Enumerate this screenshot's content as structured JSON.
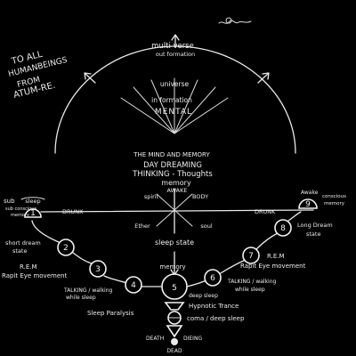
{
  "corner_note": [
    "TO ALL",
    "HUMANBEINGS",
    "FROM",
    "ATUM-RE."
  ],
  "top": {
    "multiverse": [
      "multi verse",
      "out formation"
    ],
    "universe": "universe",
    "information": "in formation",
    "mental": "MENTAL",
    "mind_memory": "THE MIND AND MEMORY",
    "day_dreaming": "DAY DREAMING",
    "thinking": "THINKING - Thoughts",
    "memory": "memory"
  },
  "cross": {
    "awake": "AWAKE",
    "spirit": "spirit",
    "body": "BODY",
    "ether": "Ether",
    "soul": "soul",
    "sleep_state": "sleep state",
    "memory_bottom": "memory",
    "drunk_left": "DRUNK",
    "drunk_right": "DRUNK"
  },
  "left_chain": {
    "sub_word": "sub",
    "sub_conscious": [
      "sub conscious",
      "memory"
    ],
    "sleep": "sleep",
    "short_dream": [
      "short dream",
      "state"
    ],
    "rem": "R.E.M",
    "rapid_eye": "Rapit Eye movement",
    "talking": [
      "TALKING / walking",
      "while sleep"
    ],
    "paralysis": "Sleep Paralysis"
  },
  "right_chain": {
    "awake": "Awake",
    "conscious": [
      "conscious",
      "memory"
    ],
    "long_dream": [
      "Long Dream",
      "state"
    ],
    "rem": "R.E.M",
    "rapid_eye": "Rapit Eye movement",
    "talking": [
      "TALKING / walking",
      "while sleep"
    ]
  },
  "center_bottom": {
    "deep_sleep": "deep sleep",
    "hypnotic": "Hypnotic Trance",
    "coma": "coma / deep sleep",
    "death": "DEATH",
    "dieing": "DIEING",
    "dead": "DEAD"
  },
  "nodes": [
    "1",
    "2",
    "3",
    "4",
    "5",
    "6",
    "7",
    "8",
    "9"
  ]
}
